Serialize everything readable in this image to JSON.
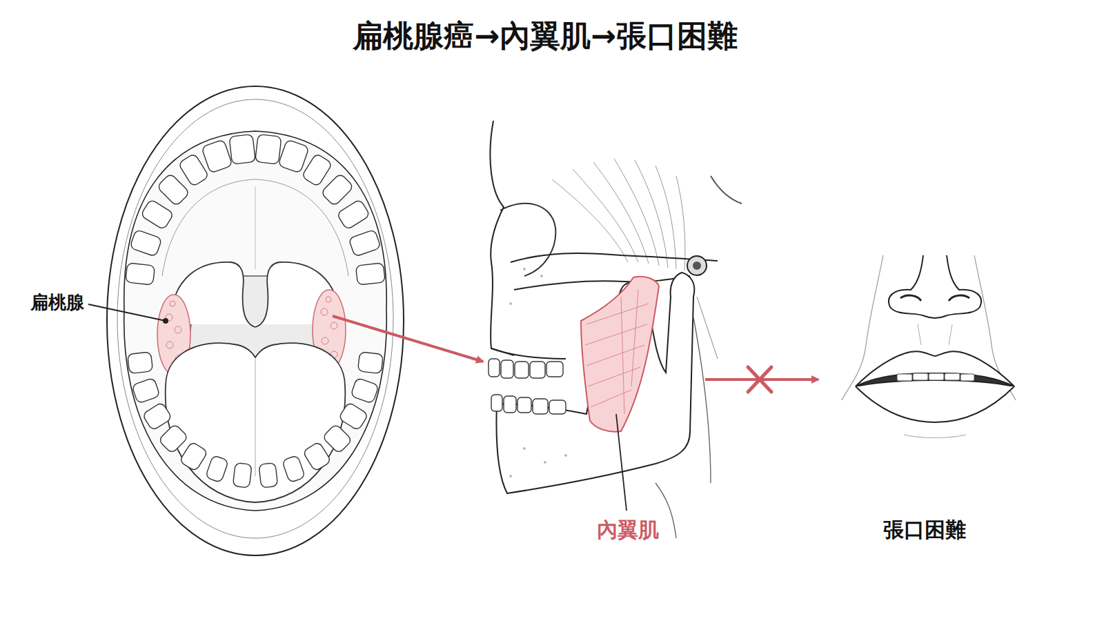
{
  "diagram": {
    "title": "扁桃腺癌→內翼肌→張口困難",
    "labels": [
      "扁桃腺",
      "內翼肌",
      "張口困難"
    ]
  }
}
